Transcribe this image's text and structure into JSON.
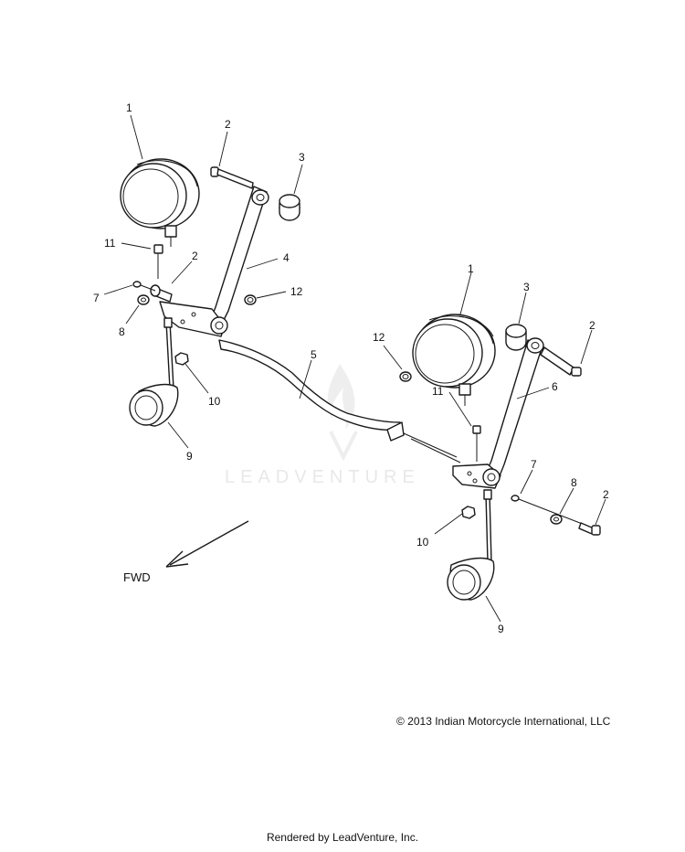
{
  "diagram": {
    "callouts": [
      {
        "id": "c1a",
        "label": "1"
      },
      {
        "id": "c2a",
        "label": "2"
      },
      {
        "id": "c3a",
        "label": "3"
      },
      {
        "id": "c4",
        "label": "4"
      },
      {
        "id": "c11a",
        "label": "11"
      },
      {
        "id": "c2b",
        "label": "2"
      },
      {
        "id": "c7a",
        "label": "7"
      },
      {
        "id": "c12a",
        "label": "12"
      },
      {
        "id": "c8a",
        "label": "8"
      },
      {
        "id": "c10a",
        "label": "10"
      },
      {
        "id": "c9a",
        "label": "9"
      },
      {
        "id": "c5",
        "label": "5"
      },
      {
        "id": "c1b",
        "label": "1"
      },
      {
        "id": "c3b",
        "label": "3"
      },
      {
        "id": "c2c",
        "label": "2"
      },
      {
        "id": "c12b",
        "label": "12"
      },
      {
        "id": "c6",
        "label": "6"
      },
      {
        "id": "c11b",
        "label": "11"
      },
      {
        "id": "c7b",
        "label": "7"
      },
      {
        "id": "c8b",
        "label": "8"
      },
      {
        "id": "c2d",
        "label": "2"
      },
      {
        "id": "c10b",
        "label": "10"
      },
      {
        "id": "c9b",
        "label": "9"
      }
    ],
    "direction_label": "FWD",
    "watermark": "LEADVENTURE"
  },
  "copyright": "© 2013 Indian Motorcycle International, LLC",
  "footer": "Rendered by LeadVenture, Inc."
}
